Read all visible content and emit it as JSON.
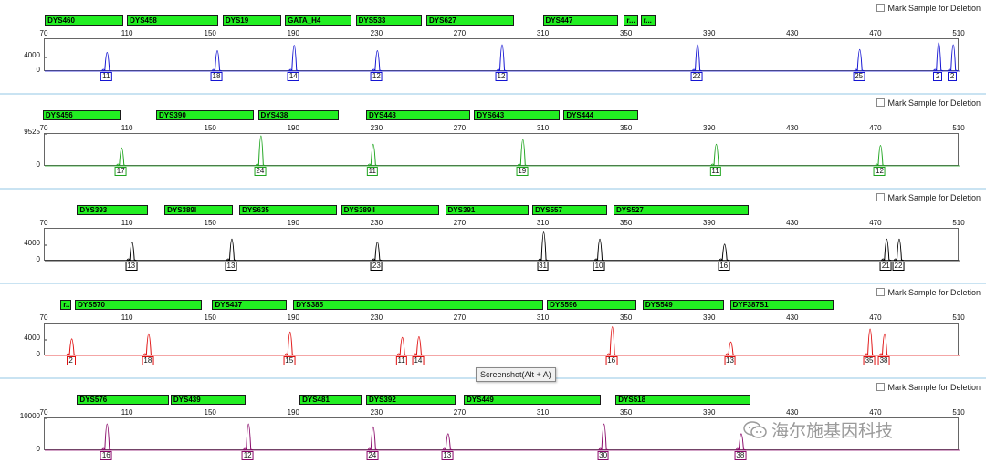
{
  "mark_label": "Mark Sample for Deletion",
  "tooltip": "Screenshot(Alt + A)",
  "watermark": "海尔施基因科技",
  "x_ticks": [
    "70",
    "110",
    "150",
    "190",
    "230",
    "270",
    "310",
    "350",
    "390",
    "430",
    "470",
    "510"
  ],
  "panels": [
    {
      "color": "#1414d2",
      "y_labels": [
        "4000",
        "0"
      ],
      "y_max": 9000,
      "markers": [
        {
          "label": "DYS460",
          "from": 70.5,
          "to": 108
        },
        {
          "label": "DYS458",
          "from": 110,
          "to": 154
        },
        {
          "label": "DYS19",
          "from": 156,
          "to": 184
        },
        {
          "label": "GATA_H4",
          "from": 186,
          "to": 218
        },
        {
          "label": "DYS533",
          "from": 220,
          "to": 252
        },
        {
          "label": "DYS627",
          "from": 254,
          "to": 296
        },
        {
          "label": "DYS447",
          "from": 310,
          "to": 346
        },
        {
          "label": "r...",
          "from": 349,
          "to": 356
        },
        {
          "label": "r...",
          "from": 357,
          "to": 364
        }
      ],
      "peaks": [
        {
          "x": 100,
          "h": 0.62,
          "allele": "11"
        },
        {
          "x": 153,
          "h": 0.68,
          "allele": "18"
        },
        {
          "x": 190,
          "h": 0.86,
          "allele": "14"
        },
        {
          "x": 230,
          "h": 0.68,
          "allele": "12"
        },
        {
          "x": 290,
          "h": 0.88,
          "allele": "12"
        },
        {
          "x": 384,
          "h": 0.88,
          "allele": "22"
        },
        {
          "x": 462,
          "h": 0.72,
          "allele": "25"
        },
        {
          "x": 500,
          "h": 0.95,
          "allele": "2"
        },
        {
          "x": 507,
          "h": 0.88,
          "allele": "2"
        }
      ]
    },
    {
      "color": "#1fa51f",
      "y_labels": [
        "9525",
        "0"
      ],
      "y_max": 9525,
      "markers": [
        {
          "label": "DYS456",
          "from": 69.5,
          "to": 107
        },
        {
          "label": "DYS390",
          "from": 124,
          "to": 171
        },
        {
          "label": "DYS438",
          "from": 173,
          "to": 212
        },
        {
          "label": "DYS448",
          "from": 225,
          "to": 275
        },
        {
          "label": "DYS643",
          "from": 277,
          "to": 318
        },
        {
          "label": "DYS444",
          "from": 320,
          "to": 356
        }
      ],
      "peaks": [
        {
          "x": 107,
          "h": 0.6,
          "allele": "17"
        },
        {
          "x": 174,
          "h": 1.0,
          "allele": "24"
        },
        {
          "x": 228,
          "h": 0.72,
          "allele": "11"
        },
        {
          "x": 300,
          "h": 0.88,
          "allele": "19"
        },
        {
          "x": 393,
          "h": 0.72,
          "allele": "11"
        },
        {
          "x": 472,
          "h": 0.68,
          "allele": "12"
        }
      ]
    },
    {
      "color": "#000000",
      "y_labels": [
        "4000",
        "0"
      ],
      "y_max": 8000,
      "markers": [
        {
          "label": "DYS393",
          "from": 86,
          "to": 120
        },
        {
          "label": "DYS389I",
          "from": 128,
          "to": 161
        },
        {
          "label": "DYS635",
          "from": 164,
          "to": 211
        },
        {
          "label": "DYS389II",
          "from": 213,
          "to": 260
        },
        {
          "label": "DYS391",
          "from": 263,
          "to": 303
        },
        {
          "label": "DYS557",
          "from": 305,
          "to": 341
        },
        {
          "label": "DYS527",
          "from": 344,
          "to": 409
        }
      ],
      "peaks": [
        {
          "x": 112,
          "h": 0.62,
          "allele": "13"
        },
        {
          "x": 160,
          "h": 0.72,
          "allele": "13"
        },
        {
          "x": 230,
          "h": 0.62,
          "allele": "23"
        },
        {
          "x": 310,
          "h": 0.95,
          "allele": "31"
        },
        {
          "x": 337,
          "h": 0.72,
          "allele": "10"
        },
        {
          "x": 397,
          "h": 0.55,
          "allele": "16"
        },
        {
          "x": 475,
          "h": 0.72,
          "allele": "21"
        },
        {
          "x": 481,
          "h": 0.72,
          "allele": "22"
        }
      ]
    },
    {
      "color": "#e01010",
      "y_labels": [
        "4000",
        "0"
      ],
      "y_max": 8000,
      "markers": [
        {
          "label": "r...",
          "from": 78,
          "to": 83
        },
        {
          "label": "DYS570",
          "from": 85,
          "to": 146
        },
        {
          "label": "DYS437",
          "from": 151,
          "to": 187
        },
        {
          "label": "DYS385",
          "from": 190,
          "to": 310
        },
        {
          "label": "DYS596",
          "from": 312,
          "to": 355
        },
        {
          "label": "DYS549",
          "from": 358,
          "to": 397
        },
        {
          "label": "DYF387S1",
          "from": 400,
          "to": 450
        }
      ],
      "peaks": [
        {
          "x": 83,
          "h": 0.55,
          "allele": "2"
        },
        {
          "x": 120,
          "h": 0.72,
          "allele": "18"
        },
        {
          "x": 188,
          "h": 0.78,
          "allele": "15"
        },
        {
          "x": 242,
          "h": 0.6,
          "allele": "11"
        },
        {
          "x": 250,
          "h": 0.62,
          "allele": "14"
        },
        {
          "x": 343,
          "h": 0.95,
          "allele": "16"
        },
        {
          "x": 400,
          "h": 0.45,
          "allele": "13"
        },
        {
          "x": 467,
          "h": 0.88,
          "allele": "35"
        },
        {
          "x": 474,
          "h": 0.72,
          "allele": "38"
        }
      ]
    },
    {
      "color": "#8a0a6a",
      "y_labels": [
        "10000",
        "0"
      ],
      "y_max": 10000,
      "markers": [
        {
          "label": "DYS576",
          "from": 86,
          "to": 130
        },
        {
          "label": "DYS439",
          "from": 131,
          "to": 167
        },
        {
          "label": "DYS481",
          "from": 193,
          "to": 223
        },
        {
          "label": "DYS392",
          "from": 225,
          "to": 268
        },
        {
          "label": "DYS449",
          "from": 272,
          "to": 338
        },
        {
          "label": "DYS518",
          "from": 345,
          "to": 410
        }
      ],
      "peaks": [
        {
          "x": 100,
          "h": 0.88,
          "allele": "16"
        },
        {
          "x": 168,
          "h": 0.88,
          "allele": "12"
        },
        {
          "x": 228,
          "h": 0.78,
          "allele": "24"
        },
        {
          "x": 264,
          "h": 0.55,
          "allele": "13"
        },
        {
          "x": 339,
          "h": 0.88,
          "allele": "30"
        },
        {
          "x": 405,
          "h": 0.55,
          "allele": "38"
        }
      ]
    }
  ]
}
